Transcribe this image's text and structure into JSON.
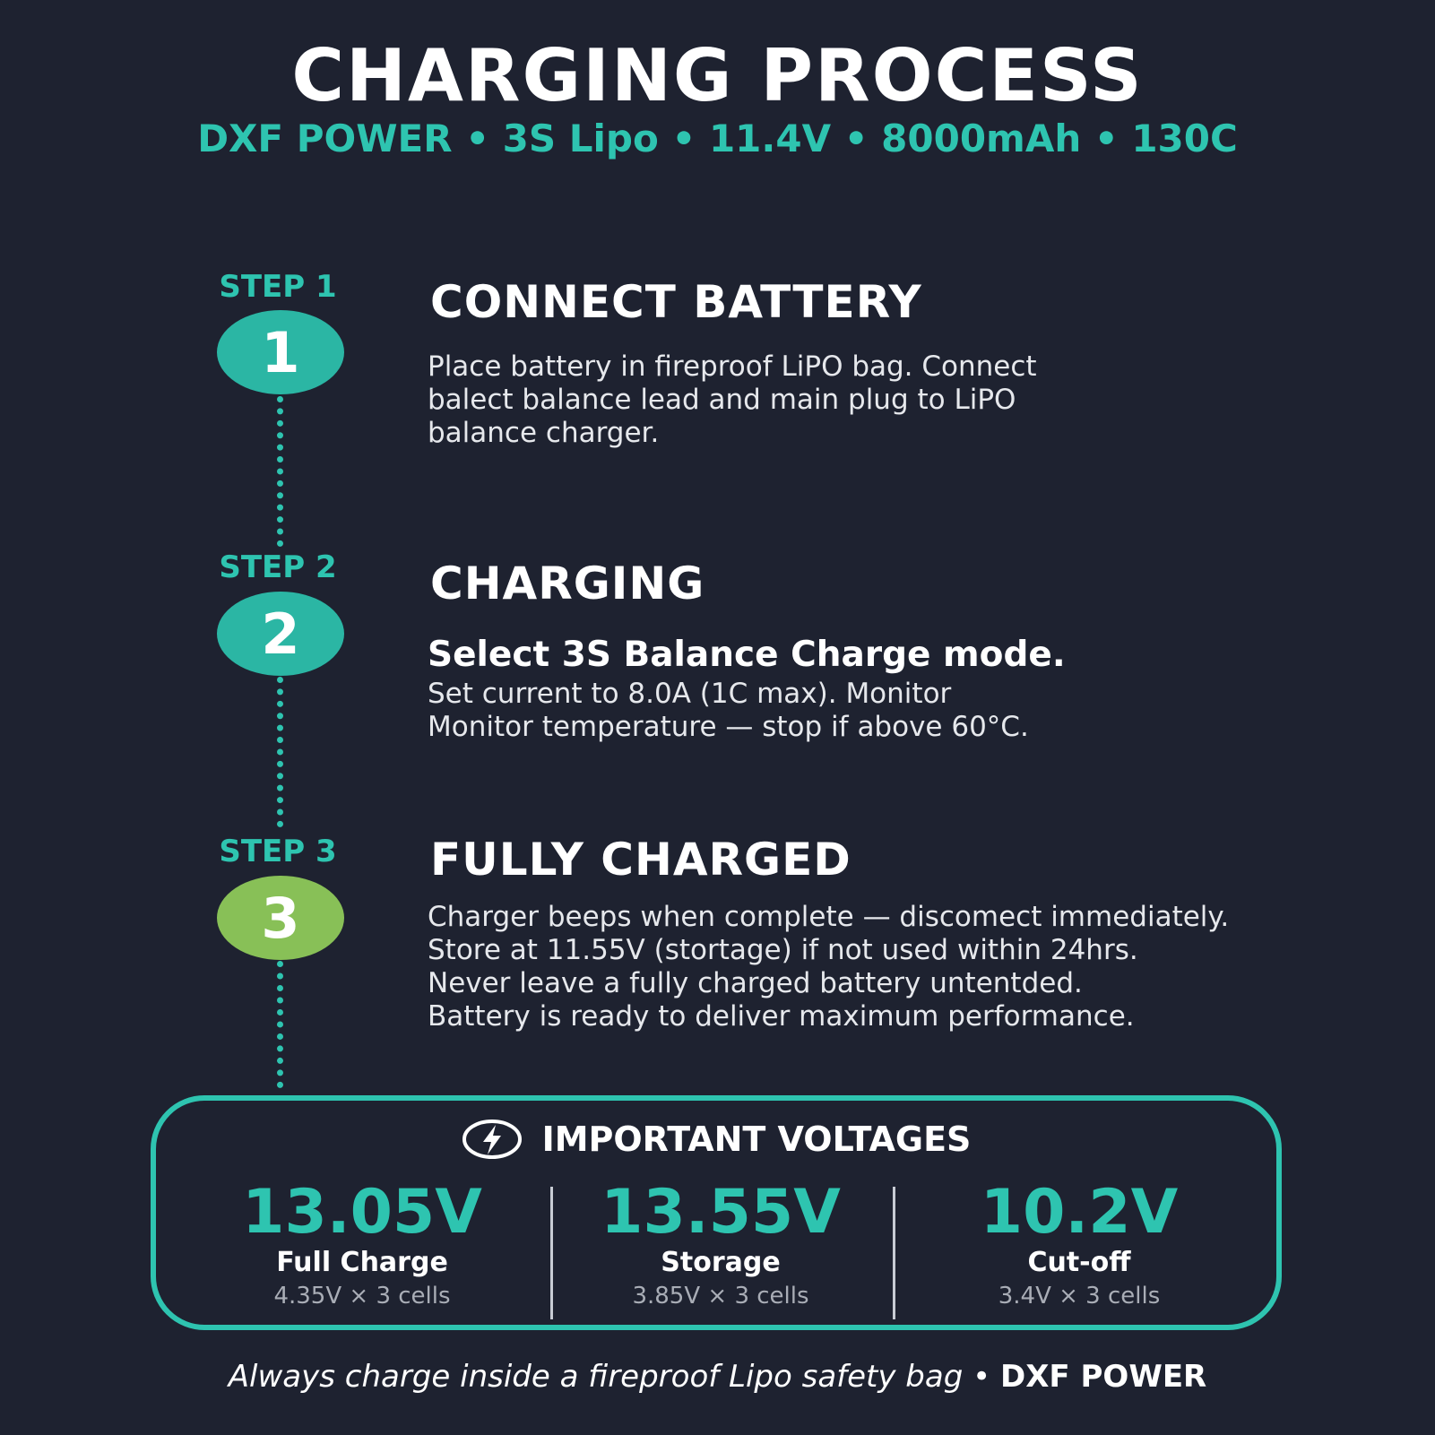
{
  "header": {
    "title": "CHARGING PROCESS",
    "subtitle": "DXF POWER • 3S Lipo • 11.4V • 8000mAh • 130C"
  },
  "steps": [
    {
      "label": "STEP 1",
      "number": "1",
      "title": "CONNECT BATTERY",
      "lines": [
        "Place battery in fireproof LiPO bag. Connect",
        "balect balance lead and main plug to LiPO",
        "balance charger."
      ]
    },
    {
      "label": "STEP 2",
      "number": "2",
      "title": "CHARGING",
      "bold": "Select 3S Balance Charge mode.",
      "lines": [
        "Set current to 8.0A (1C max). Monitor",
        "Monitor temperature — stop if above 60°C."
      ]
    },
    {
      "label": "STEP 3",
      "number": "3",
      "title": "FULLY CHARGED",
      "lines": [
        "Charger beeps when complete — discomect immediately.",
        "Store at 11.55V (stortage) if not used within 24hrs.",
        "Never leave a fully charged battery untentded.",
        "Battery is ready to deliver maximum performance."
      ]
    }
  ],
  "voltages": {
    "icon": "lightning-bolt-icon",
    "heading": "IMPORTANT VOLTAGES",
    "items": [
      {
        "value": "13.05V",
        "name": "Full Charge",
        "cells": "4.35V × 3 cells"
      },
      {
        "value": "13.55V",
        "name": "Storage",
        "cells": "3.85V × 3 cells"
      },
      {
        "value": "10.2V",
        "name": "Cut-off",
        "cells": "3.4V × 3 cells"
      }
    ]
  },
  "footer": {
    "note": "Always charge inside a fireproof Lipo safety bag",
    "separator": "•",
    "brand": "DXF POWER"
  },
  "colors": {
    "background": "#1e2230",
    "accent": "#2ec4b0",
    "step3": "#88c057"
  }
}
